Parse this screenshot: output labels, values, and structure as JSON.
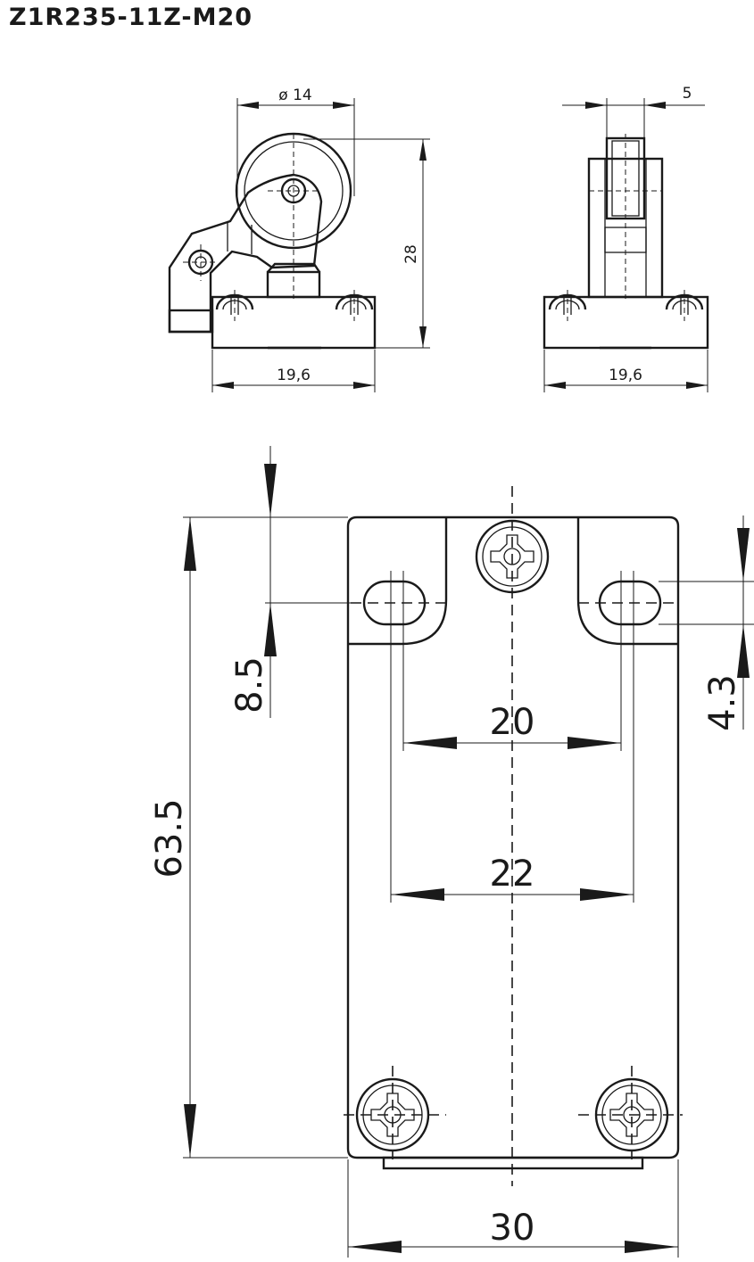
{
  "title": "Z1R235-11Z-M20",
  "side_view": {
    "dim_diameter": "ø 14",
    "dim_height": "28",
    "dim_width": "19,6"
  },
  "front_view": {
    "dim_width_top": "5",
    "dim_width": "19,6"
  },
  "bottom_view": {
    "dim_hole_offset": "8.5",
    "dim_hole_height": "4.3",
    "dim_inner_spacing": "20",
    "dim_outer_spacing": "22",
    "dim_total_height": "63.5",
    "dim_total_width": "30"
  }
}
